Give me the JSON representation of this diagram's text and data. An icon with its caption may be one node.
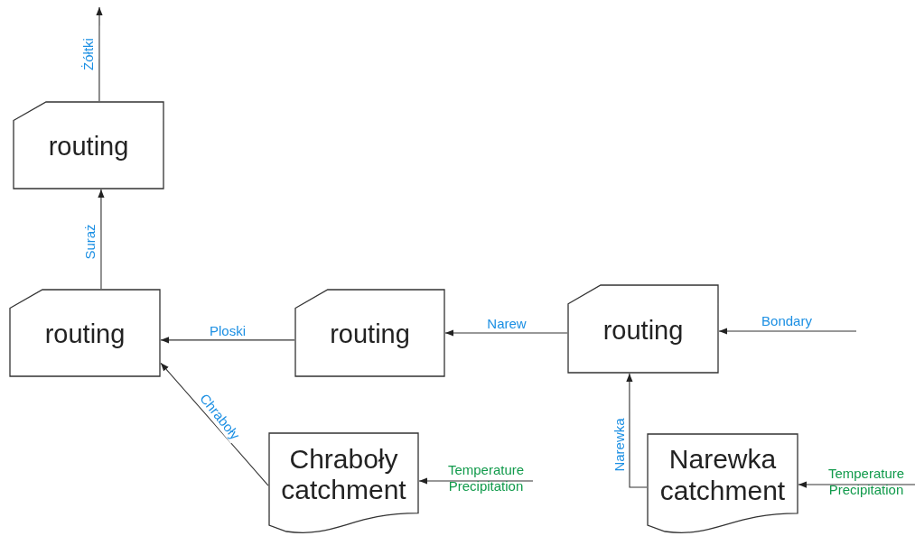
{
  "diagram": {
    "nodes": [
      {
        "text": [
          "routing"
        ]
      },
      {
        "text": [
          "routing"
        ]
      },
      {
        "text": [
          "routing"
        ]
      },
      {
        "text": [
          "routing"
        ]
      },
      {
        "text": [
          "Chraboły catchment"
        ]
      },
      {
        "text": [
          "Narewka catchment"
        ]
      }
    ],
    "edges": [
      {
        "from": 0,
        "to": null,
        "arrow": "to",
        "label": "Żółtki"
      },
      {
        "from": 1,
        "to": 0,
        "arrow": "to",
        "label": "Suraż"
      },
      {
        "from": 2,
        "to": 1,
        "arrow": "to",
        "label": "Ploski"
      },
      {
        "from": 3,
        "to": 2,
        "arrow": "to",
        "label": "Narew"
      },
      {
        "from": null,
        "to": 3,
        "arrow": "to",
        "label": "Bondary"
      },
      {
        "from": 4,
        "to": 1,
        "arrow": "to",
        "label": "Chraboły"
      },
      {
        "from": 5,
        "to": 3,
        "arrow": "to",
        "label": "Narewka"
      },
      {
        "from": null,
        "to": 4,
        "arrow": "to",
        "label": "Temperature Precipitation"
      },
      {
        "from": null,
        "to": 5,
        "arrow": "to",
        "label": "Temperature Precipitation"
      }
    ]
  }
}
